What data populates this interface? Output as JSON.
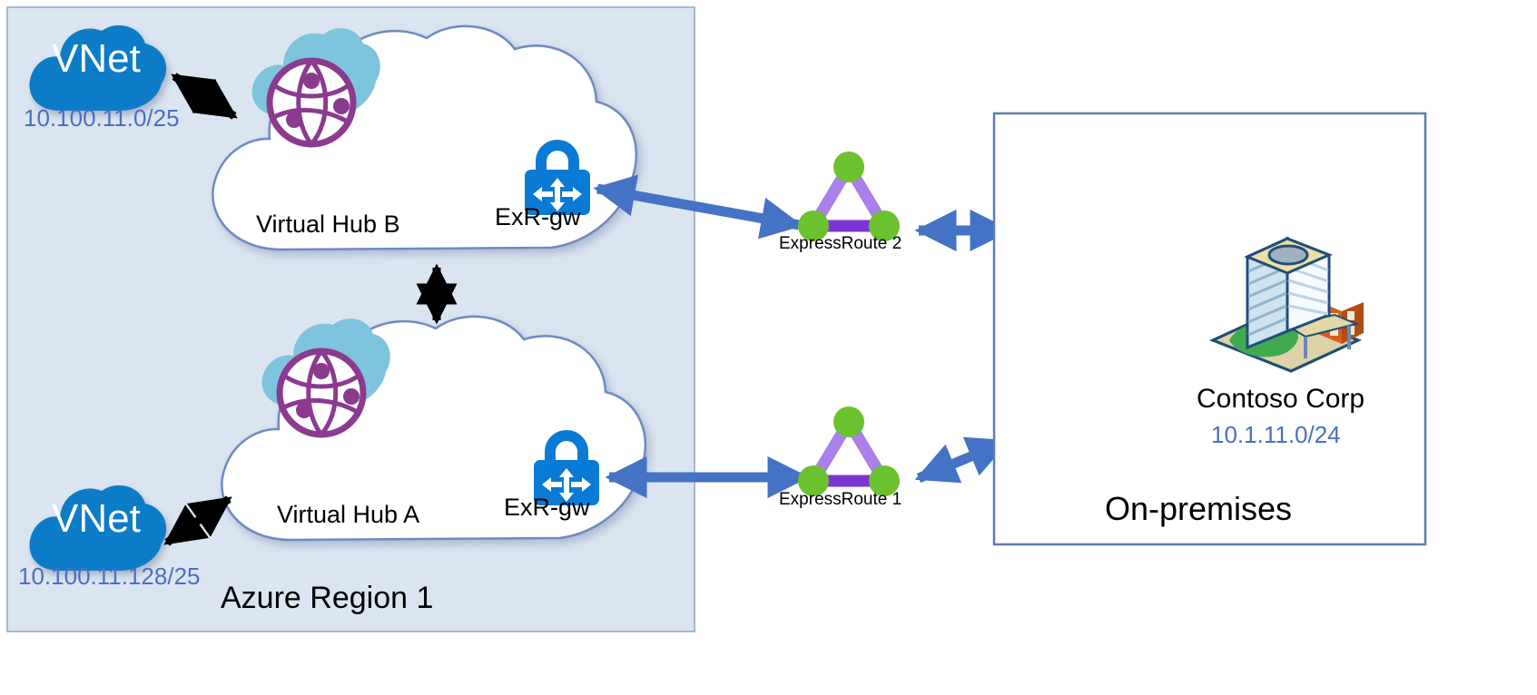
{
  "diagram": {
    "title": "Azure Virtual WAN ExpressRoute hub topology",
    "colors": {
      "region_fill": "#dbe5f1",
      "region_stroke": "#a9b8d0",
      "vnet_blue": "#0f7cc8",
      "hub_cloud_fill": "#ffffff",
      "hub_cloud_stroke": "#7089c0",
      "hub_top_cloud": "#7fc4dd",
      "globe_purple": "#8b3a8f",
      "gw_blue": "#0a7bd4",
      "er_triangle_light": "#a97fe8",
      "er_triangle_dark": "#7b35d4",
      "er_node_green": "#6cc22e",
      "arrow_blue": "#4472c4",
      "arrow_black": "#000000",
      "cidr_text": "#4a6fc4",
      "onprem_stroke": "#5b7cb5"
    }
  },
  "region": {
    "label": "Azure Region 1"
  },
  "vnets": [
    {
      "id": "vnet-top",
      "label": "VNet",
      "cidr": "10.100.11.0/25"
    },
    {
      "id": "vnet-bottom",
      "label": "VNet",
      "cidr": "10.100.11.128/25"
    }
  ],
  "hubs": [
    {
      "id": "hub-b",
      "label": "Virtual Hub B",
      "gateway_label": "ExR-gw",
      "icon": "virtual-hub-globe-icon",
      "gateway_icon": "expressroute-gateway-lock-icon"
    },
    {
      "id": "hub-a",
      "label": "Virtual Hub A",
      "gateway_label": "ExR-gw",
      "icon": "virtual-hub-globe-icon",
      "gateway_icon": "expressroute-gateway-lock-icon"
    }
  ],
  "expressroutes": [
    {
      "id": "er-2",
      "label": "ExpressRoute 2",
      "icon": "expressroute-circuit-icon"
    },
    {
      "id": "er-1",
      "label": "ExpressRoute 1",
      "icon": "expressroute-circuit-icon"
    }
  ],
  "onpremises": {
    "label": "On-premises",
    "site_label": "Contoso Corp",
    "cidr": "10.1.11.0/24",
    "icon": "office-building-icon"
  },
  "connections": [
    {
      "id": "conn-vnet-top-hub-b",
      "from": "vnet-top",
      "to": "hub-b",
      "style": "black-double-arrow"
    },
    {
      "id": "conn-vnet-bottom-hub-a",
      "from": "vnet-bottom",
      "to": "hub-a",
      "style": "black-double-arrow"
    },
    {
      "id": "conn-hub-b-hub-a",
      "from": "hub-b",
      "to": "hub-a",
      "style": "black-double-arrow"
    },
    {
      "id": "conn-hub-b-er2",
      "from": "hub-b-gateway",
      "to": "er-2",
      "style": "blue-double-arrow"
    },
    {
      "id": "conn-er2-onprem",
      "from": "er-2",
      "to": "onpremises",
      "style": "blue-double-arrow"
    },
    {
      "id": "conn-hub-a-er1",
      "from": "hub-a-gateway",
      "to": "er-1",
      "style": "blue-double-arrow"
    },
    {
      "id": "conn-er1-onprem",
      "from": "er-1",
      "to": "onpremises",
      "style": "blue-double-arrow"
    }
  ]
}
